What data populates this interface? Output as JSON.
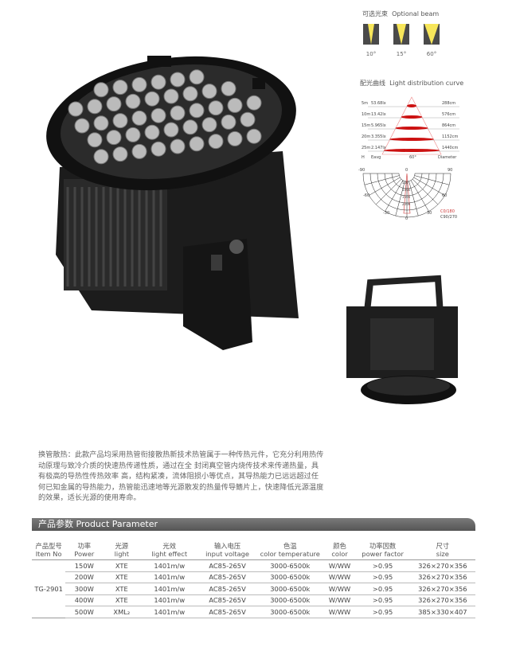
{
  "beam_section": {
    "title_cn": "可选光束",
    "title_en": "Optional beam",
    "beams": [
      "10°",
      "15°",
      "60°"
    ]
  },
  "distribution_section": {
    "title_cn": "配光曲线",
    "title_en": "Light distribution curve",
    "rows": [
      {
        "h": "5m",
        "eavg": "53.68lx",
        "dia": "288cm"
      },
      {
        "h": "10m",
        "eavg": "13.42lx",
        "dia": "576cm"
      },
      {
        "h": "15m",
        "eavg": "5.965lx",
        "dia": "864cm"
      },
      {
        "h": "20m",
        "eavg": "3.355lx",
        "dia": "1152cm"
      },
      {
        "h": "25m",
        "eavg": "2.147lx",
        "dia": "1440cm"
      }
    ],
    "footer": {
      "h": "H",
      "eavg": "Eavg",
      "angle": "60°",
      "dia": "Diameter"
    },
    "polar": {
      "left": "-90",
      "right": "90",
      "top": "0",
      "bottom": "0",
      "l60": "-60",
      "r60": "60",
      "l30": "-30",
      "r30": "30",
      "rings": [
        "500",
        "1000",
        "1500",
        "2000"
      ],
      "legend": [
        "C0/180",
        "C90/270"
      ]
    }
  },
  "description": "换管散热：此款产品均采用热管衔接散热新技术热管属于一种传热元件，它充分利用热传动原理与致冷介质的快速热传递性质，通过在全 封闭真空管内烧传技术来传递热量，具有极高的导热性传热效率 高，结构紧凑，流体阻损小等优点，其导热能力已远远超过任何已知金属的导热能力，热管能迅速地等光源散发的热量传导鳍片上，快速降低光源温度的效果，适长光源的使用寿命。",
  "param_header": "产品参数 Product Parameter",
  "table": {
    "headers": [
      [
        "产品型号",
        "Item No"
      ],
      [
        "功率",
        "Power"
      ],
      [
        "光源",
        "light"
      ],
      [
        "光效",
        "light effect"
      ],
      [
        "输入电压",
        "input voltage"
      ],
      [
        "色温",
        "color temperature"
      ],
      [
        "颜色",
        "color"
      ],
      [
        "功率因数",
        "power factor"
      ],
      [
        "尺寸",
        "size"
      ]
    ],
    "item_no": "TG-2901",
    "rows": [
      [
        "150W",
        "XTE",
        "1401m/w",
        "AC85-265V",
        "3000-6500k",
        "W/WW",
        ">0.95",
        "326×270×356"
      ],
      [
        "200W",
        "XTE",
        "1401m/w",
        "AC85-265V",
        "3000-6500k",
        "W/WW",
        ">0.95",
        "326×270×356"
      ],
      [
        "300W",
        "XTE",
        "1401m/w",
        "AC85-265V",
        "3000-6500k",
        "W/WW",
        ">0.95",
        "326×270×356"
      ],
      [
        "400W",
        "XTE",
        "1401m/w",
        "AC85-265V",
        "3000-6500k",
        "W/WW",
        ">0.95",
        "326×270×356"
      ],
      [
        "500W",
        "XML₂",
        "1401m/w",
        "AC85-265V",
        "3000-6500k",
        "W/WW",
        ">0.95",
        "385×330×407"
      ]
    ]
  }
}
